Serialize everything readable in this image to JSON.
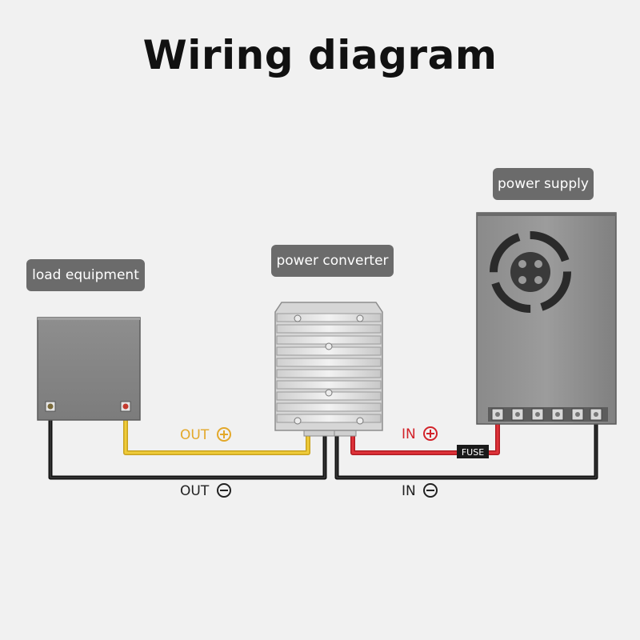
{
  "title": "Wiring diagram",
  "tags": {
    "load": "load equipment",
    "converter": "power converter",
    "supply": "power supply"
  },
  "wires": {
    "out_pos": "OUT",
    "out_neg": "OUT",
    "in_pos": "IN",
    "in_neg": "IN",
    "fuse": "FUSE"
  },
  "colors": {
    "positive_out": "#e8c22e",
    "positive_in": "#d2232a",
    "negative": "#1a1a1a",
    "label_out_pos": "#e3a82a",
    "label_in_pos": "#d2232a"
  },
  "icons": {
    "plus": "circle-plus-icon",
    "minus": "circle-minus-icon"
  }
}
